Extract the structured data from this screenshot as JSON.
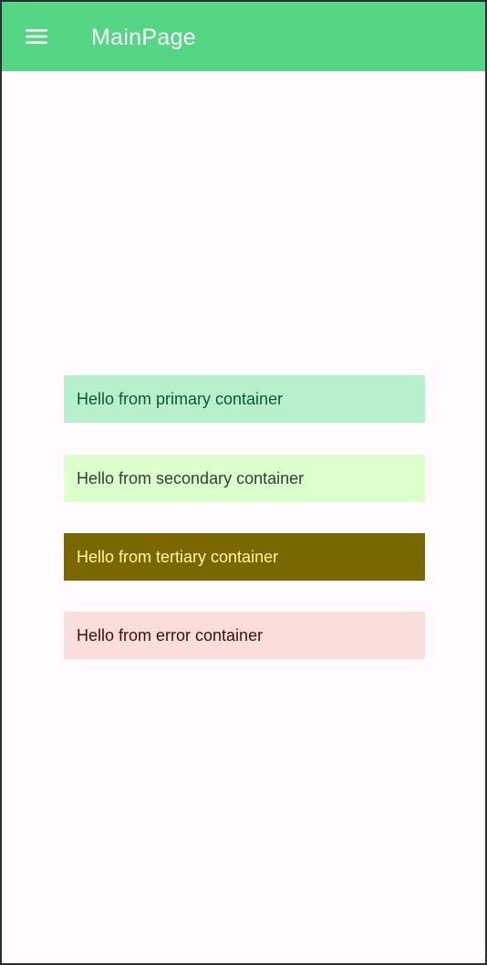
{
  "app_bar": {
    "title": "MainPage",
    "menu_icon": "menu-icon",
    "background": "#55D684",
    "title_color": "#FFFFFF"
  },
  "containers": [
    {
      "label": "Hello from primary container",
      "background": "#B6F0CD",
      "text_color": "#0B5A2E"
    },
    {
      "label": "Hello from secondary container",
      "background": "#DDFFCC",
      "text_color": "#2F4036"
    },
    {
      "label": "Hello from tertiary container",
      "background": "#7A6700",
      "text_color": "#FFF7A8"
    },
    {
      "label": "Hello from error container",
      "background": "#F9DEDC",
      "text_color": "#410E0B"
    }
  ],
  "colors": {
    "page_background": "#FFFBFE",
    "window_frame": "#243138"
  }
}
